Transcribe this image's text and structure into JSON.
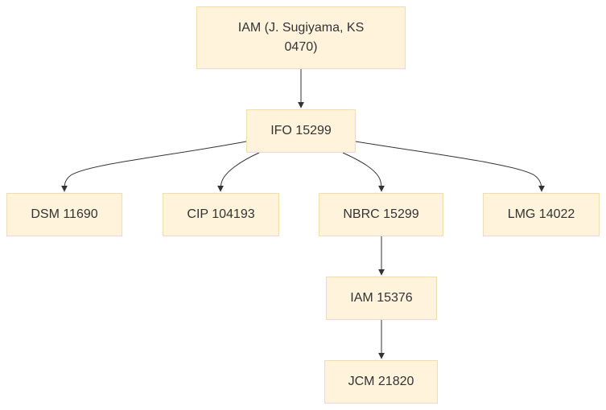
{
  "diagram": {
    "nodes": [
      {
        "id": "iam-sugiyama",
        "label": "IAM (J. Sugiyama, KS 0470)"
      },
      {
        "id": "ifo-15299",
        "label": "IFO 15299"
      },
      {
        "id": "dsm-11690",
        "label": "DSM 11690"
      },
      {
        "id": "cip-104193",
        "label": "CIP 104193"
      },
      {
        "id": "nbrc-15299",
        "label": "NBRC 15299"
      },
      {
        "id": "lmg-14022",
        "label": "LMG 14022"
      },
      {
        "id": "iam-15376",
        "label": "IAM 15376"
      },
      {
        "id": "jcm-21820",
        "label": "JCM 21820"
      }
    ],
    "edges": [
      {
        "from": "iam-sugiyama",
        "to": "ifo-15299"
      },
      {
        "from": "ifo-15299",
        "to": "dsm-11690"
      },
      {
        "from": "ifo-15299",
        "to": "cip-104193"
      },
      {
        "from": "ifo-15299",
        "to": "nbrc-15299"
      },
      {
        "from": "ifo-15299",
        "to": "lmg-14022"
      },
      {
        "from": "nbrc-15299",
        "to": "iam-15376"
      },
      {
        "from": "iam-15376",
        "to": "jcm-21820"
      }
    ],
    "colors": {
      "node_fill": "#fff3dc",
      "node_border": "#f2ddb0",
      "edge": "#333333",
      "text": "#333333"
    }
  }
}
